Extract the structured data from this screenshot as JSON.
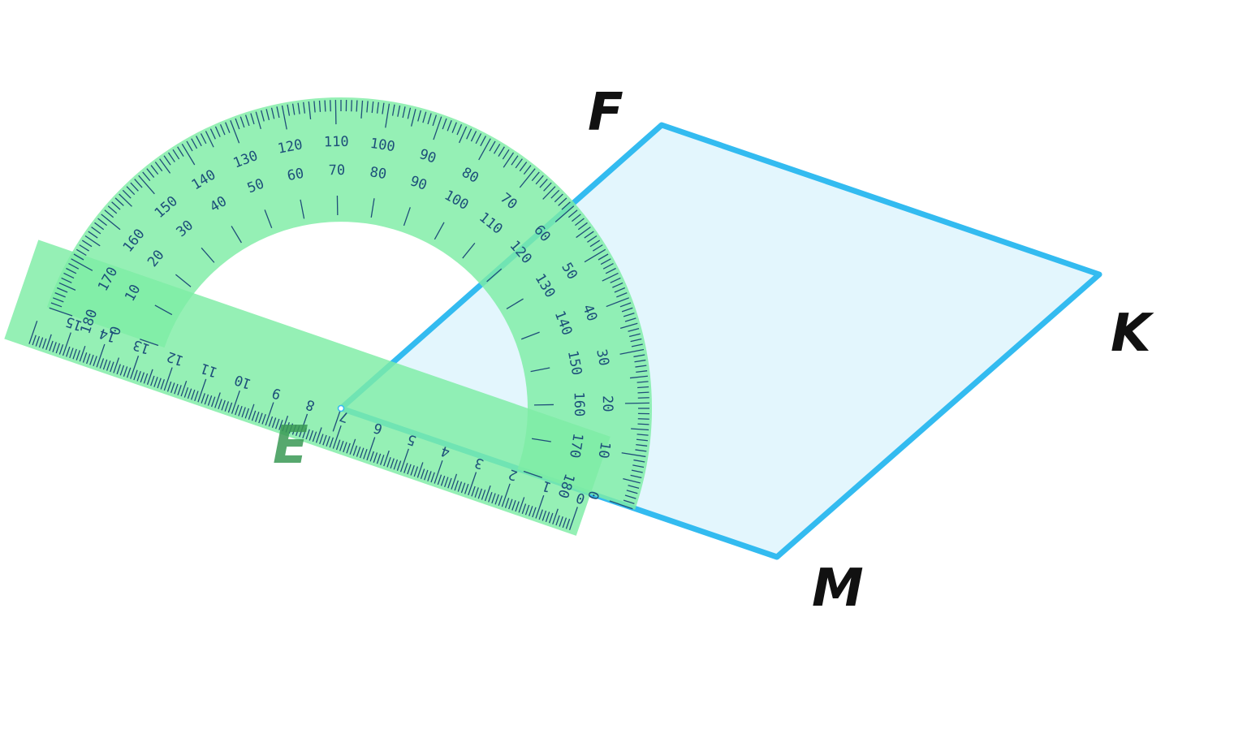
{
  "figure": {
    "vertices": [
      {
        "name": "E"
      },
      {
        "name": "F"
      },
      {
        "name": "K"
      },
      {
        "name": "M"
      }
    ]
  },
  "protractor": {
    "outer_numbers": [
      180,
      170,
      160,
      150,
      140,
      130,
      120,
      110,
      100,
      90,
      80,
      70,
      60,
      50,
      40,
      30,
      20,
      10,
      0
    ],
    "inner_numbers": [
      0,
      10,
      20,
      30,
      40,
      50,
      60,
      70,
      80,
      90,
      100,
      110,
      120,
      130,
      140,
      150,
      160,
      170,
      180
    ]
  },
  "ruler": {
    "numbers": [
      0,
      1,
      2,
      3,
      4,
      5,
      6,
      7,
      8,
      9,
      10,
      11,
      12,
      13,
      14,
      15
    ]
  },
  "colors": {
    "shape_stroke": "#33bbf0",
    "shape_fill": "#e3f6fd",
    "tool_fill": "#7eeda5",
    "tool_ticks": "#1f4e79",
    "label_color": "#111111"
  }
}
